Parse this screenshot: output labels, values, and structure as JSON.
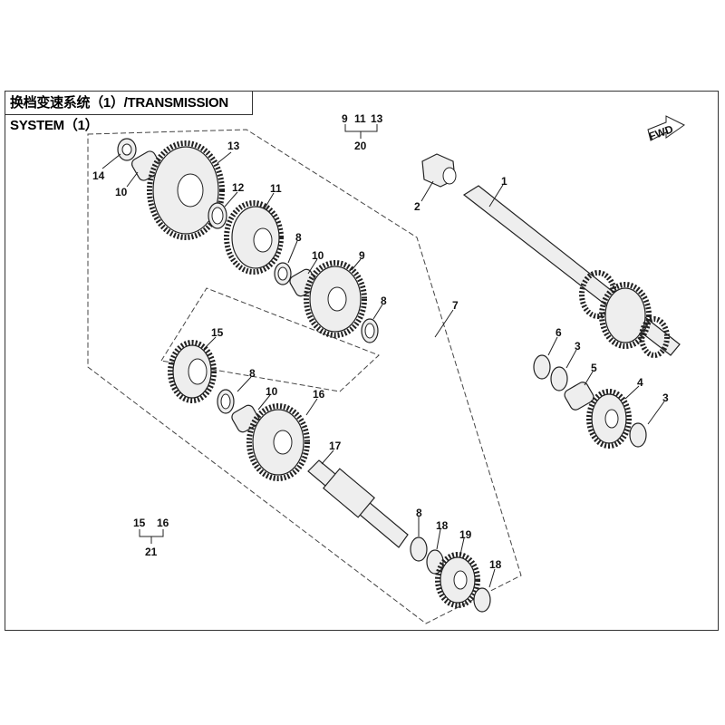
{
  "title": "换档变速系统（1）/TRANSMISSION SYSTEM（1）",
  "fwd_label": "FWD",
  "groups": [
    {
      "members": [
        "9",
        "11",
        "13"
      ],
      "assembly": "20"
    },
    {
      "members": [
        "15",
        "16"
      ],
      "assembly": "21"
    }
  ],
  "callouts": [
    "14",
    "10",
    "13",
    "12",
    "11",
    "8",
    "10",
    "9",
    "8",
    "15",
    "8",
    "10",
    "16",
    "17",
    "8",
    "18",
    "19",
    "18",
    "7",
    "1",
    "2",
    "6",
    "3",
    "5",
    "4",
    "3"
  ]
}
